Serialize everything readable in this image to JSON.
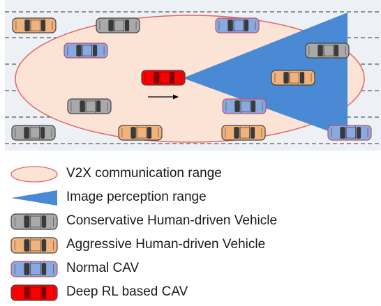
{
  "colors": {
    "road_bg": "#edf0f5",
    "v2x_fill": "#fbe3d6",
    "v2x_stroke": "#e06666",
    "perception_fill": "#4a8ad4",
    "conservative": "#a9a9a9",
    "aggressive": "#f2b27c",
    "normal_cav": "#8aa9e0",
    "normal_cav_outline": "#c0506a",
    "deep_rl": "#ff0000"
  },
  "vehicles": [
    {
      "type": "aggressive",
      "icon": "car-aggressive-icon"
    },
    {
      "type": "conservative",
      "icon": "car-conservative-icon"
    },
    {
      "type": "normal_cav",
      "icon": "car-normal-cav-icon"
    },
    {
      "type": "normal_cav",
      "icon": "car-normal-cav-icon"
    },
    {
      "type": "conservative",
      "icon": "car-conservative-icon"
    },
    {
      "type": "deep_rl",
      "icon": "car-deep-rl-icon"
    },
    {
      "type": "aggressive",
      "icon": "car-aggressive-icon"
    },
    {
      "type": "conservative",
      "icon": "car-conservative-icon"
    },
    {
      "type": "normal_cav",
      "icon": "car-normal-cav-icon"
    },
    {
      "type": "conservative",
      "icon": "car-conservative-icon"
    },
    {
      "type": "aggressive",
      "icon": "car-aggressive-icon"
    },
    {
      "type": "aggressive",
      "icon": "car-aggressive-icon"
    },
    {
      "type": "normal_cav",
      "icon": "car-normal-cav-icon"
    }
  ],
  "legend": [
    {
      "icon": "v2x-ellipse-icon",
      "label": "V2X communication range"
    },
    {
      "icon": "perception-wedge-icon",
      "label": "Image perception range"
    },
    {
      "icon": "car-conservative-icon",
      "label": "Conservative Human-driven Vehicle"
    },
    {
      "icon": "car-aggressive-icon",
      "label": "Aggressive Human-driven Vehicle"
    },
    {
      "icon": "car-normal-cav-icon",
      "label": "Normal CAV"
    },
    {
      "icon": "car-deep-rl-icon",
      "label": "Deep RL based CAV"
    }
  ]
}
